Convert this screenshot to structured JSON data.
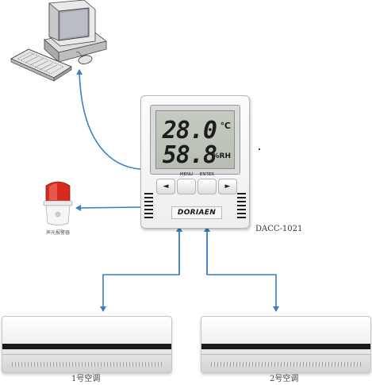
{
  "device": {
    "temperature": "28.0",
    "temperature_unit": "℃",
    "humidity": "58.8",
    "humidity_unit": "%RH",
    "keys": [
      "◄",
      "MENU",
      "ENTER",
      "►"
    ],
    "brand": "DORIAEN",
    "model": "DACC-1021"
  },
  "alarm": {
    "label": "声光报警器"
  },
  "ac_units": [
    {
      "label": "1号空调"
    },
    {
      "label": "2号空调"
    }
  ],
  "colors": {
    "connector": "#3a7fc4",
    "stripe": "#1b1b1b",
    "alarm_red": "#d52a1f"
  },
  "icons": [
    "computer-icon",
    "keyboard-icon",
    "mouse-icon",
    "alarm-beacon-icon",
    "air-conditioner-icon"
  ]
}
